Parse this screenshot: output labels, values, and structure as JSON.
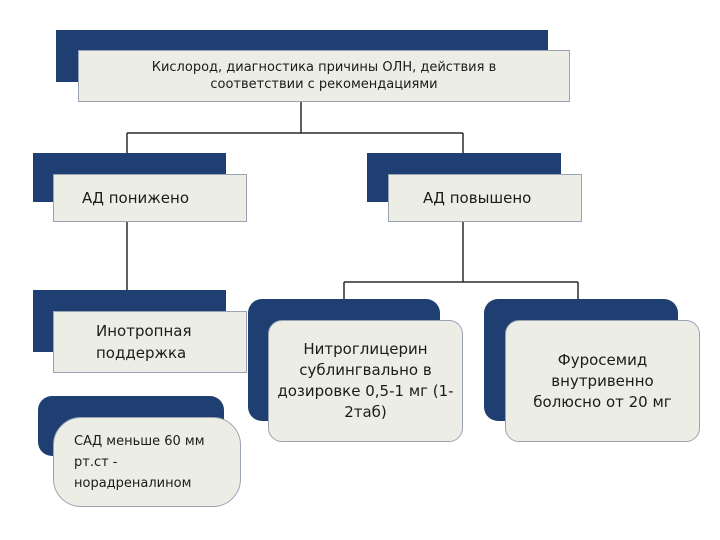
{
  "nodes": {
    "root": "Кислород, диагностика причины ОЛН, действия в соответствии с рекомендациями",
    "bp_low": "АД понижено",
    "bp_high": "АД повышено",
    "inotropic": "Инотропная поддержка",
    "nitroglycerin": "Нитроглицерин сублингвально в дозировке 0,5-1 мг (1-2таб)",
    "furosemide": "Фуросемид внутривенно болюсно от 20 мг",
    "sap": "САД меньше 60 мм рт.ст - норадреналином"
  },
  "colors": {
    "dark_block": "#1f3f73",
    "box_fill": "#eceee6",
    "connector": "#2a2a2a"
  }
}
